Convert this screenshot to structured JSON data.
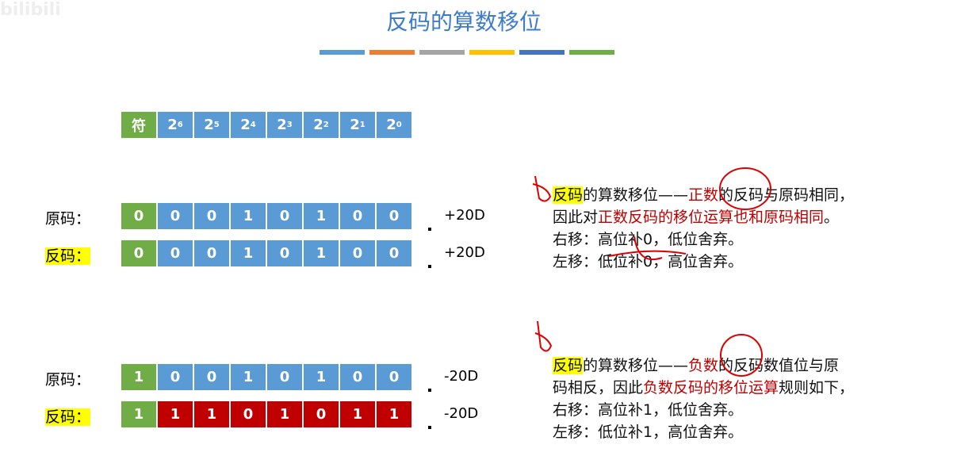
{
  "watermark": "bilibili",
  "title": "反码的算数移位",
  "bar_colors": [
    "#5b9bd5",
    "#ed7d31",
    "#a5a5a5",
    "#ffc000",
    "#4472c4",
    "#70ad47"
  ],
  "header": [
    "符",
    "2",
    "2",
    "2",
    "2",
    "2",
    "2",
    "2"
  ],
  "exponents": [
    "",
    "6",
    "5",
    "4",
    "3",
    "2",
    "1",
    "0"
  ],
  "rows": [
    {
      "label": "原码：",
      "highlight": false,
      "bits": [
        "0",
        "0",
        "0",
        "1",
        "0",
        "1",
        "0",
        "0"
      ],
      "value": "+20D",
      "colors": "gbbbbbbb"
    },
    {
      "label": "反码：",
      "highlight": true,
      "bits": [
        "0",
        "0",
        "0",
        "1",
        "0",
        "1",
        "0",
        "0"
      ],
      "value": "+20D",
      "colors": "gbbbbbbb"
    },
    {
      "label": "原码：",
      "highlight": false,
      "bits": [
        "1",
        "0",
        "0",
        "1",
        "0",
        "1",
        "0",
        "0"
      ],
      "value": "-20D",
      "colors": "gbbbbbbb"
    },
    {
      "label": "反码：",
      "highlight": true,
      "bits": [
        "1",
        "1",
        "1",
        "0",
        "1",
        "0",
        "1",
        "1"
      ],
      "value": "-20D",
      "colors": "grrrrrrr"
    }
  ],
  "pos": {
    "hl": "反码",
    "l1a": "的算数移位——",
    "l1b": "正数",
    "l1c": "的反码与原码相同，",
    "l2a": "因此对",
    "l2b": "正数反码的移位运算也和原码相同",
    "l2c": "。",
    "l3": "右移：高位补0，低位舍弃。",
    "l4": "左移：低位补0，高位舍弃。"
  },
  "neg": {
    "hl": "反码",
    "l1a": "的算数移位——",
    "l1b": "负数",
    "l1c": "的反码数值位与原",
    "l2a": "码相反，因此",
    "l2b": "负数反码的移位运算",
    "l2c": "规则如下，",
    "l3": "右移：高位补1，低位舍弃。",
    "l4": "左移：低位补1，高位舍弃。"
  }
}
